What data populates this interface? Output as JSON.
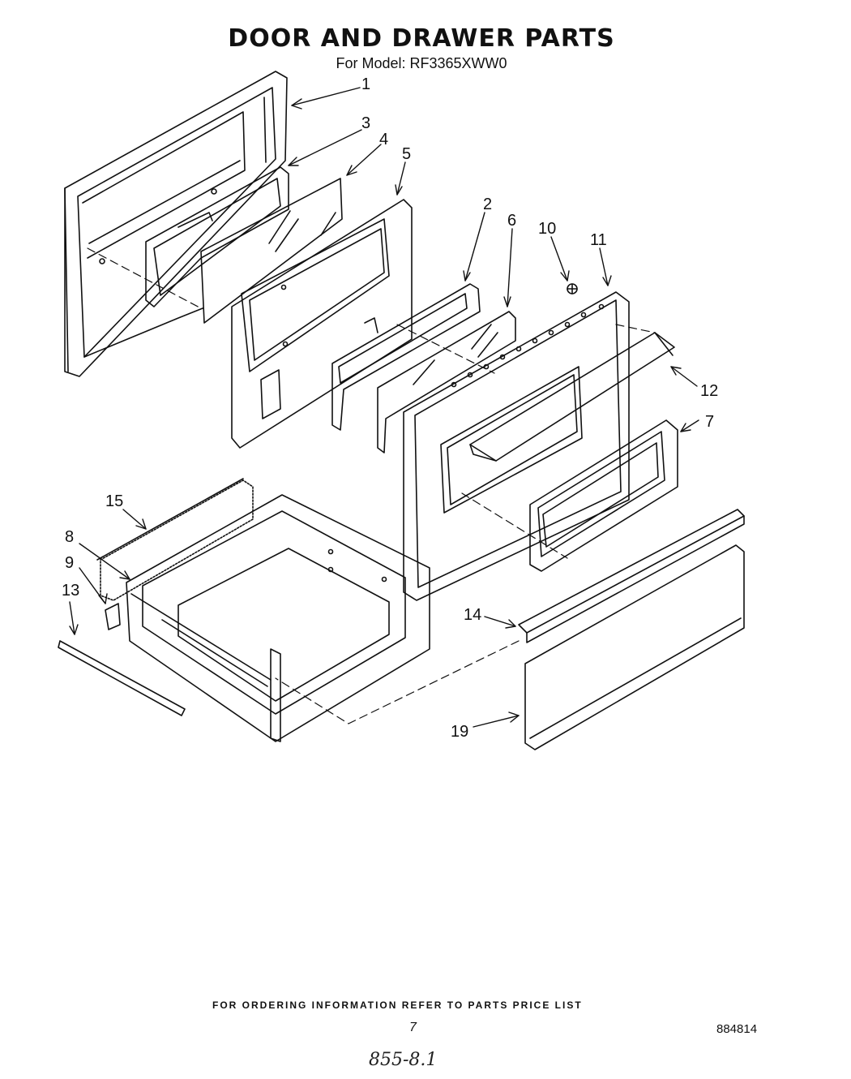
{
  "header": {
    "title": "DOOR AND DRAWER PARTS",
    "subtitle": "For Model: RF3365XWW0"
  },
  "callouts": [
    "1",
    "3",
    "4",
    "5",
    "2",
    "6",
    "10",
    "11",
    "12",
    "7",
    "15",
    "8",
    "9",
    "13",
    "14",
    "19"
  ],
  "footer": {
    "ordering_note": "FOR ORDERING INFORMATION REFER TO PARTS PRICE LIST",
    "page_number": "7",
    "part_code": "884814",
    "handwritten_note": "855-8.1"
  }
}
